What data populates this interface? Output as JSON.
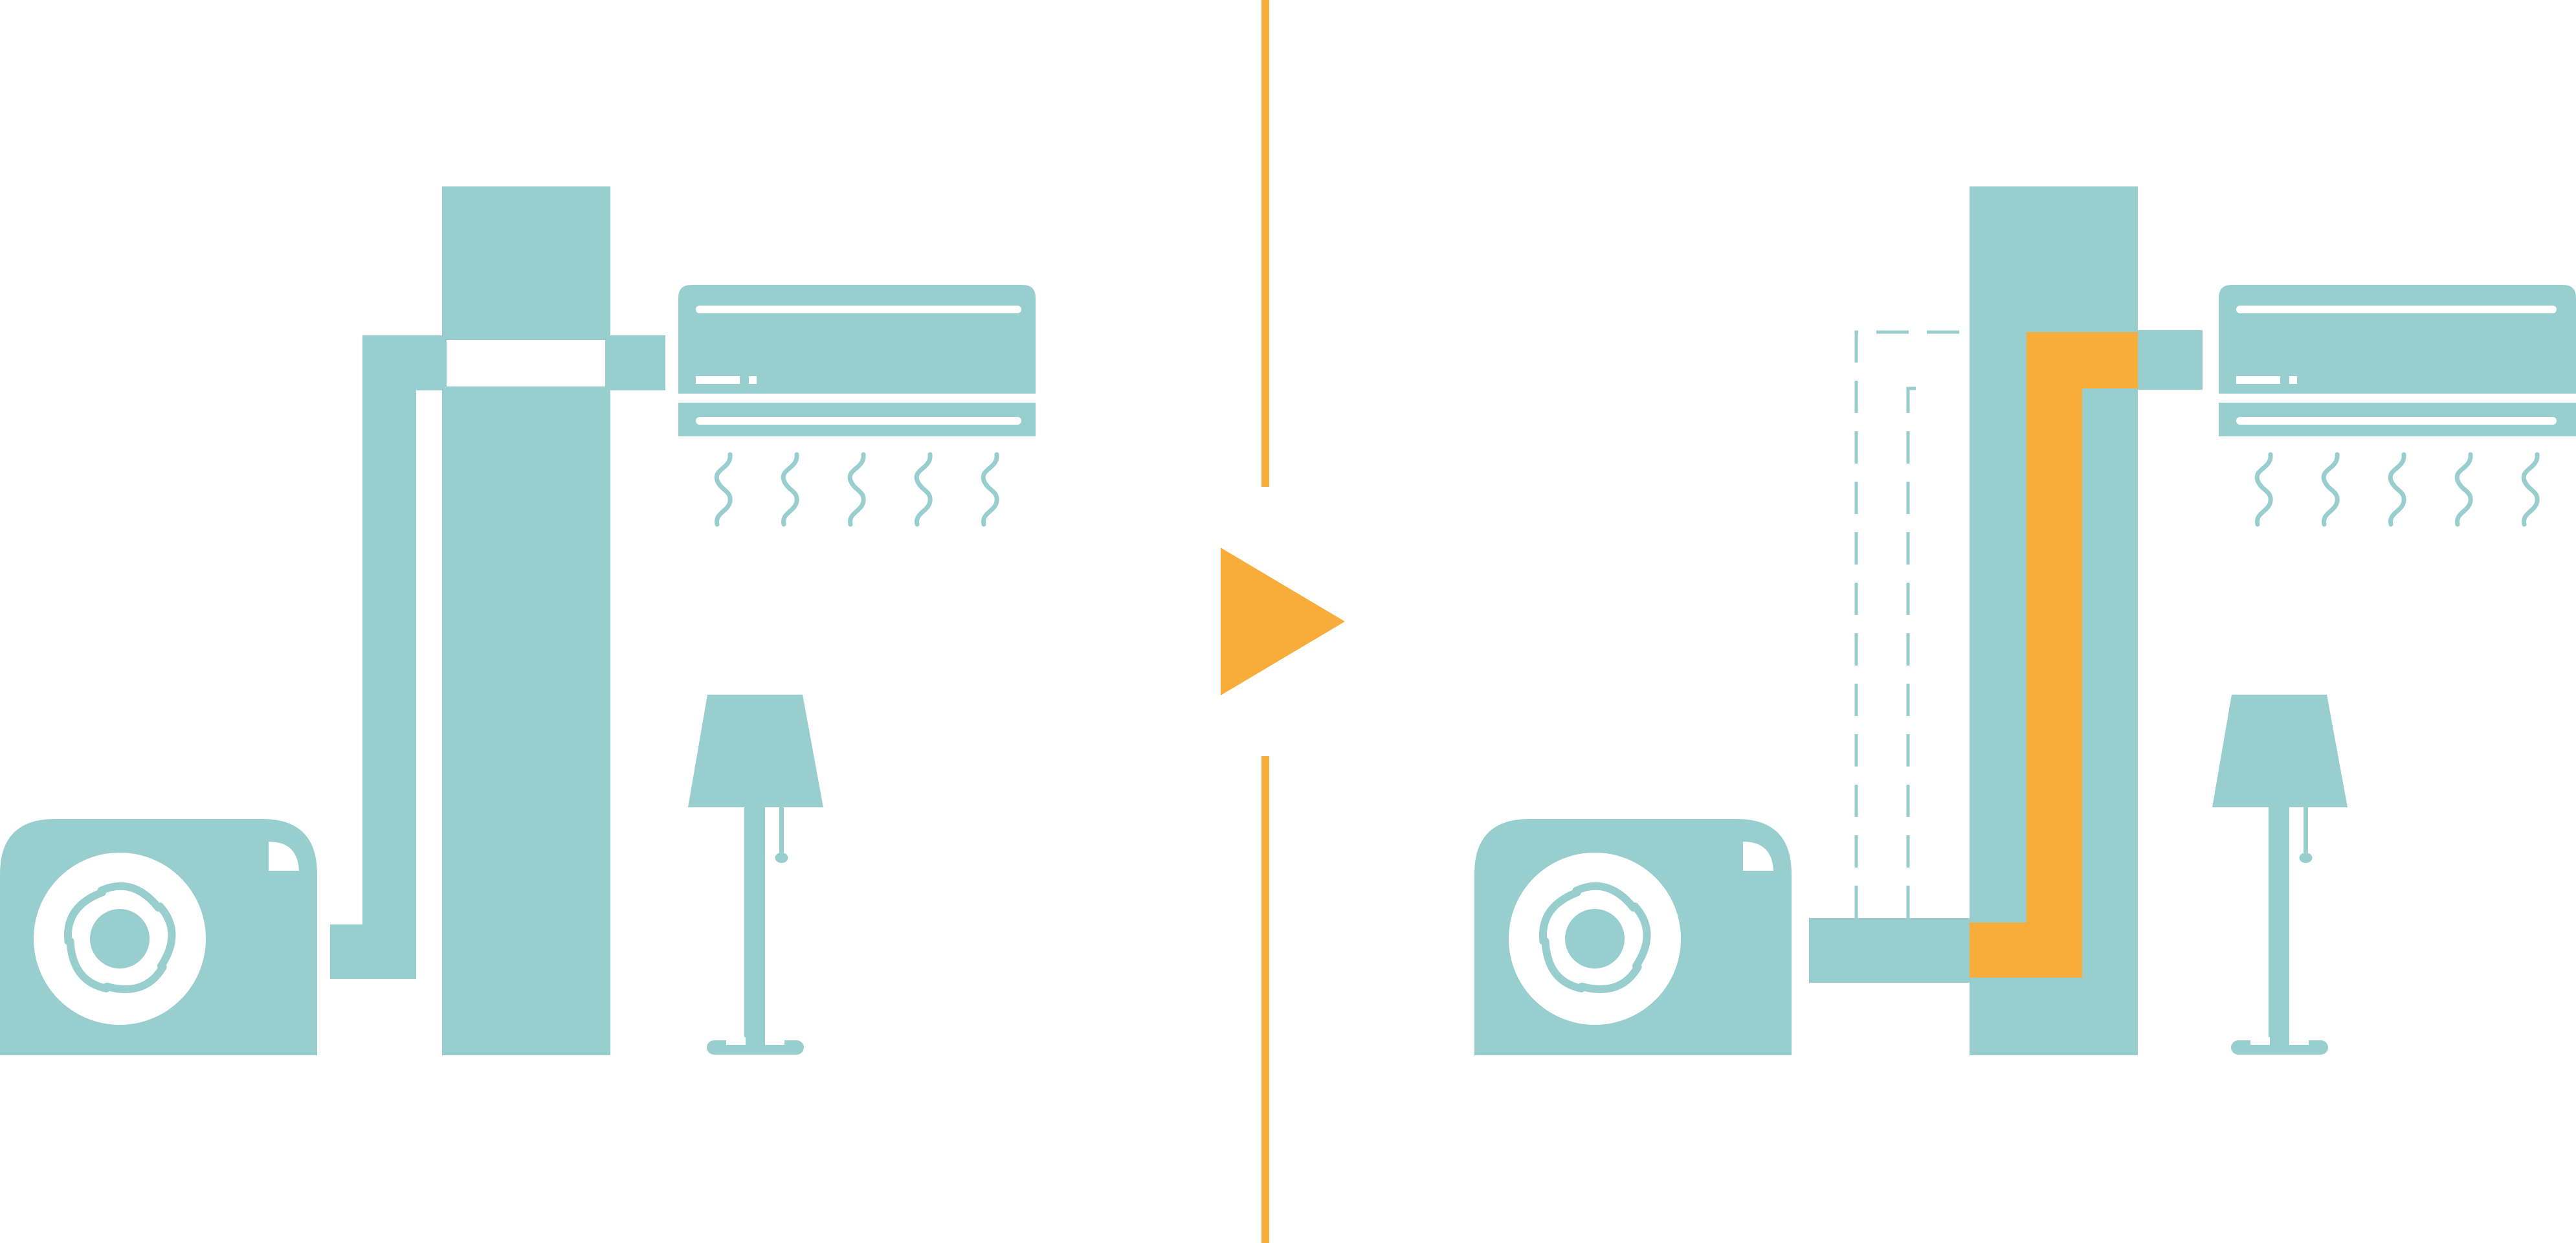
{
  "diagram": {
    "colors": {
      "teal": "#99CECF",
      "orange": "#F8AD3B",
      "white": "#FFFFFF"
    },
    "panels": [
      {
        "id": "before",
        "shows": [
          "outdoor-unit",
          "pipe-routed-outside-wall",
          "wall",
          "indoor-unit",
          "airflow",
          "floor-lamp"
        ]
      },
      {
        "id": "after",
        "shows": [
          "outdoor-unit",
          "old-pipe-route-dashed",
          "pipe-routed-through-wall",
          "wall",
          "indoor-unit",
          "airflow",
          "floor-lamp"
        ]
      }
    ],
    "icons": {
      "transition": "play-arrow-icon",
      "separator": "vertical-divider"
    }
  }
}
